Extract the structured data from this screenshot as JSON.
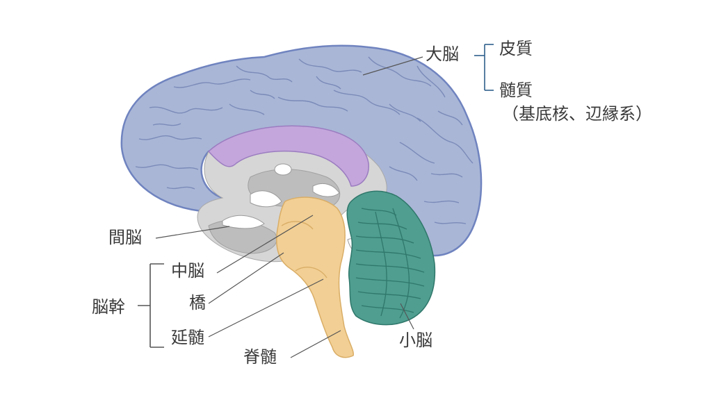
{
  "labels": {
    "cerebrum": "大脳",
    "cortex": "皮質",
    "medulla_white": "髄質",
    "medulla_note": "（基底核、辺縁系）",
    "diencephalon": "間脳",
    "brainstem": "脳幹",
    "midbrain": "中脳",
    "pons": "橋",
    "medulla_oblongata": "延髄",
    "spinal_cord": "脊髄",
    "cerebellum": "小脳"
  },
  "colors": {
    "cerebrum_fill": "#a9b6d6",
    "cerebrum_outline": "#6f83bf",
    "gyri_line": "#7a8ab8",
    "inner_fill": "#d6d6d6",
    "inner_dark": "#bdbdbd",
    "corpus_callosum": "#c4a6dc",
    "corpus_outline": "#9b7cc0",
    "brainstem_fill": "#f2cf94",
    "brainstem_outline": "#d9ad66",
    "cerebellum_fill": "#4f9e90",
    "cerebellum_dark": "#2f776a",
    "leader_line": "#555555",
    "bracket": "#555555",
    "bracket_blue": "#2e5f8a"
  }
}
